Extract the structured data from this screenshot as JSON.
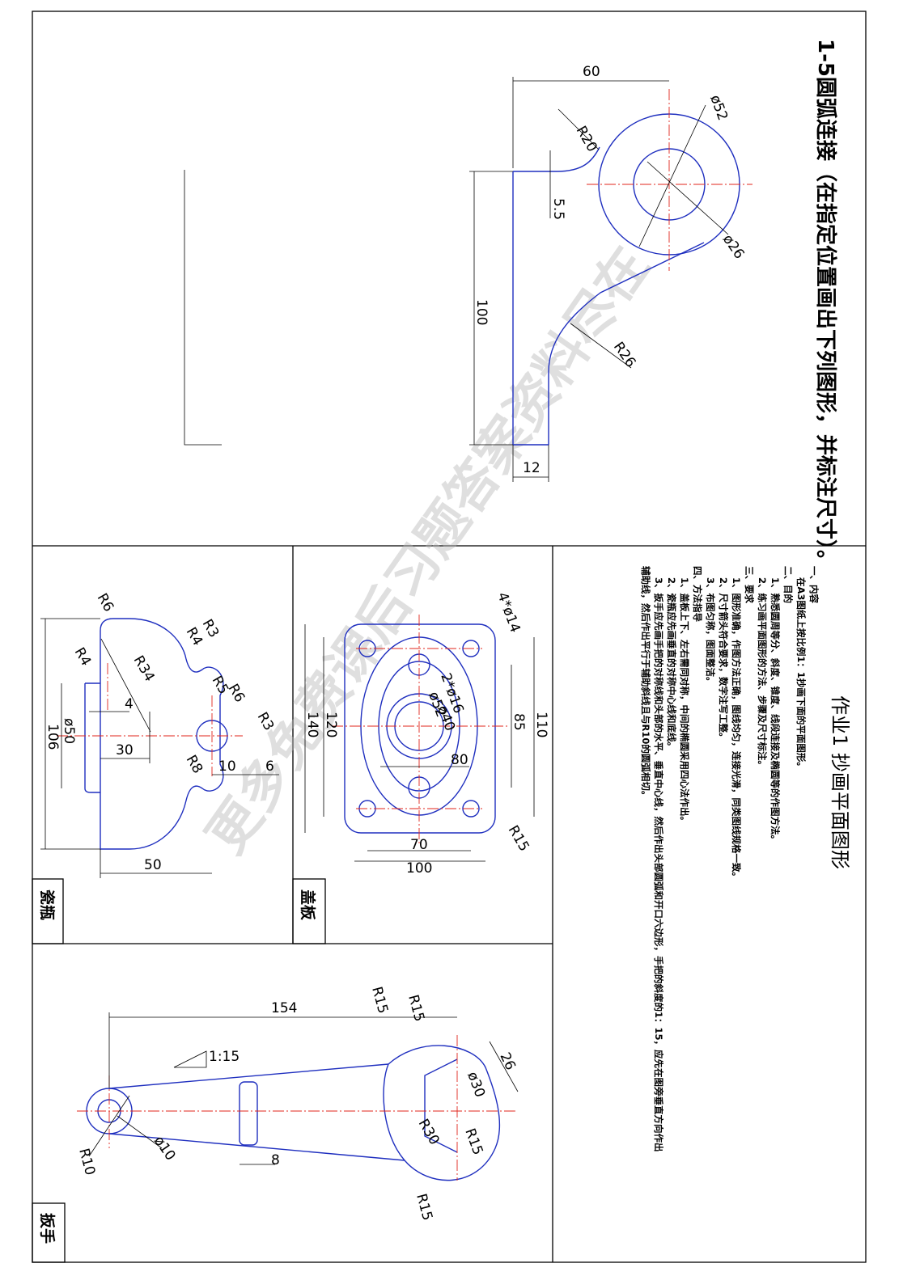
{
  "title_1_5": "1-5圆弧连接（在指定位置画出下列图形，并标注尺寸）。",
  "assignment_title": "作业1 抄画平面图形",
  "notes": [
    "一、内容",
    "在A3图纸上按比例1：1抄画下面的平面图形。",
    "二、目的",
    "1、熟悉圆周等分、斜度、锥度、线段连接及椭圆等的作图方法。",
    "2、练习画平面图形的方法、步骤及尺寸标注。",
    "三、要求",
    "1、图形准确，作图方法正确，图线均匀，连接光滑，同类图线规格一致。",
    "2、尺寸箭头符合要求，数字注写工整。",
    "3、布图匀称，图面整洁。",
    "四、方法指导",
    "1、盖板上下、左右需同对称，中间的椭圆采用四心法作出。",
    "2、瓷瓶应先画垂直的对称中心线和底线。",
    "3、扳手应先画手把的对称线和头部的水平、垂直中心线，然后作出头部圆弧和开口六边形，手把的斜度的1：15，应先在图旁垂直方向作出",
    "辅助线，然后作出平行于辅助斜线且与R10的圆弧相切。"
  ],
  "labels": {
    "porcelain": "瓷瓶",
    "cover_plate": "盖板",
    "wrench": "扳手"
  },
  "watermark": "更多免费课后习题答案资料尽在",
  "dims_1_5": {
    "d60": "60",
    "d52": "ø52",
    "r20": "R20",
    "d26": "ø26",
    "d5_5": "5.5",
    "d100": "100",
    "r26": "R26",
    "d12": "12"
  },
  "dims_porcelain": {
    "r6a": "R6",
    "r4a": "R4",
    "r3a": "R3",
    "r34": "R34",
    "r4b": "R4",
    "d4": "4",
    "r5": "R5",
    "r6b": "R6",
    "r3b": "R3",
    "d50": "ø50",
    "d106": "106",
    "d30": "30",
    "r8": "R8",
    "d10": "10",
    "d6": "6",
    "d50b": "50"
  },
  "dims_cover": {
    "holes": "4*ø14",
    "bosses": "2*ø16",
    "d52": "ø52",
    "d40": "ø40",
    "d85": "85",
    "d110": "110",
    "d120": "120",
    "d140": "140",
    "d80": "80",
    "d70": "70",
    "d100": "100",
    "r15": "R15"
  },
  "dims_wrench": {
    "d154": "154",
    "slope": "1:15",
    "r15a": "R15",
    "r15b": "R15",
    "d26": "26",
    "d30": "ø30",
    "r30": "R30",
    "r15c": "R15",
    "r15d": "R15",
    "d8": "8",
    "d10": "ø10",
    "r10": "R10"
  }
}
